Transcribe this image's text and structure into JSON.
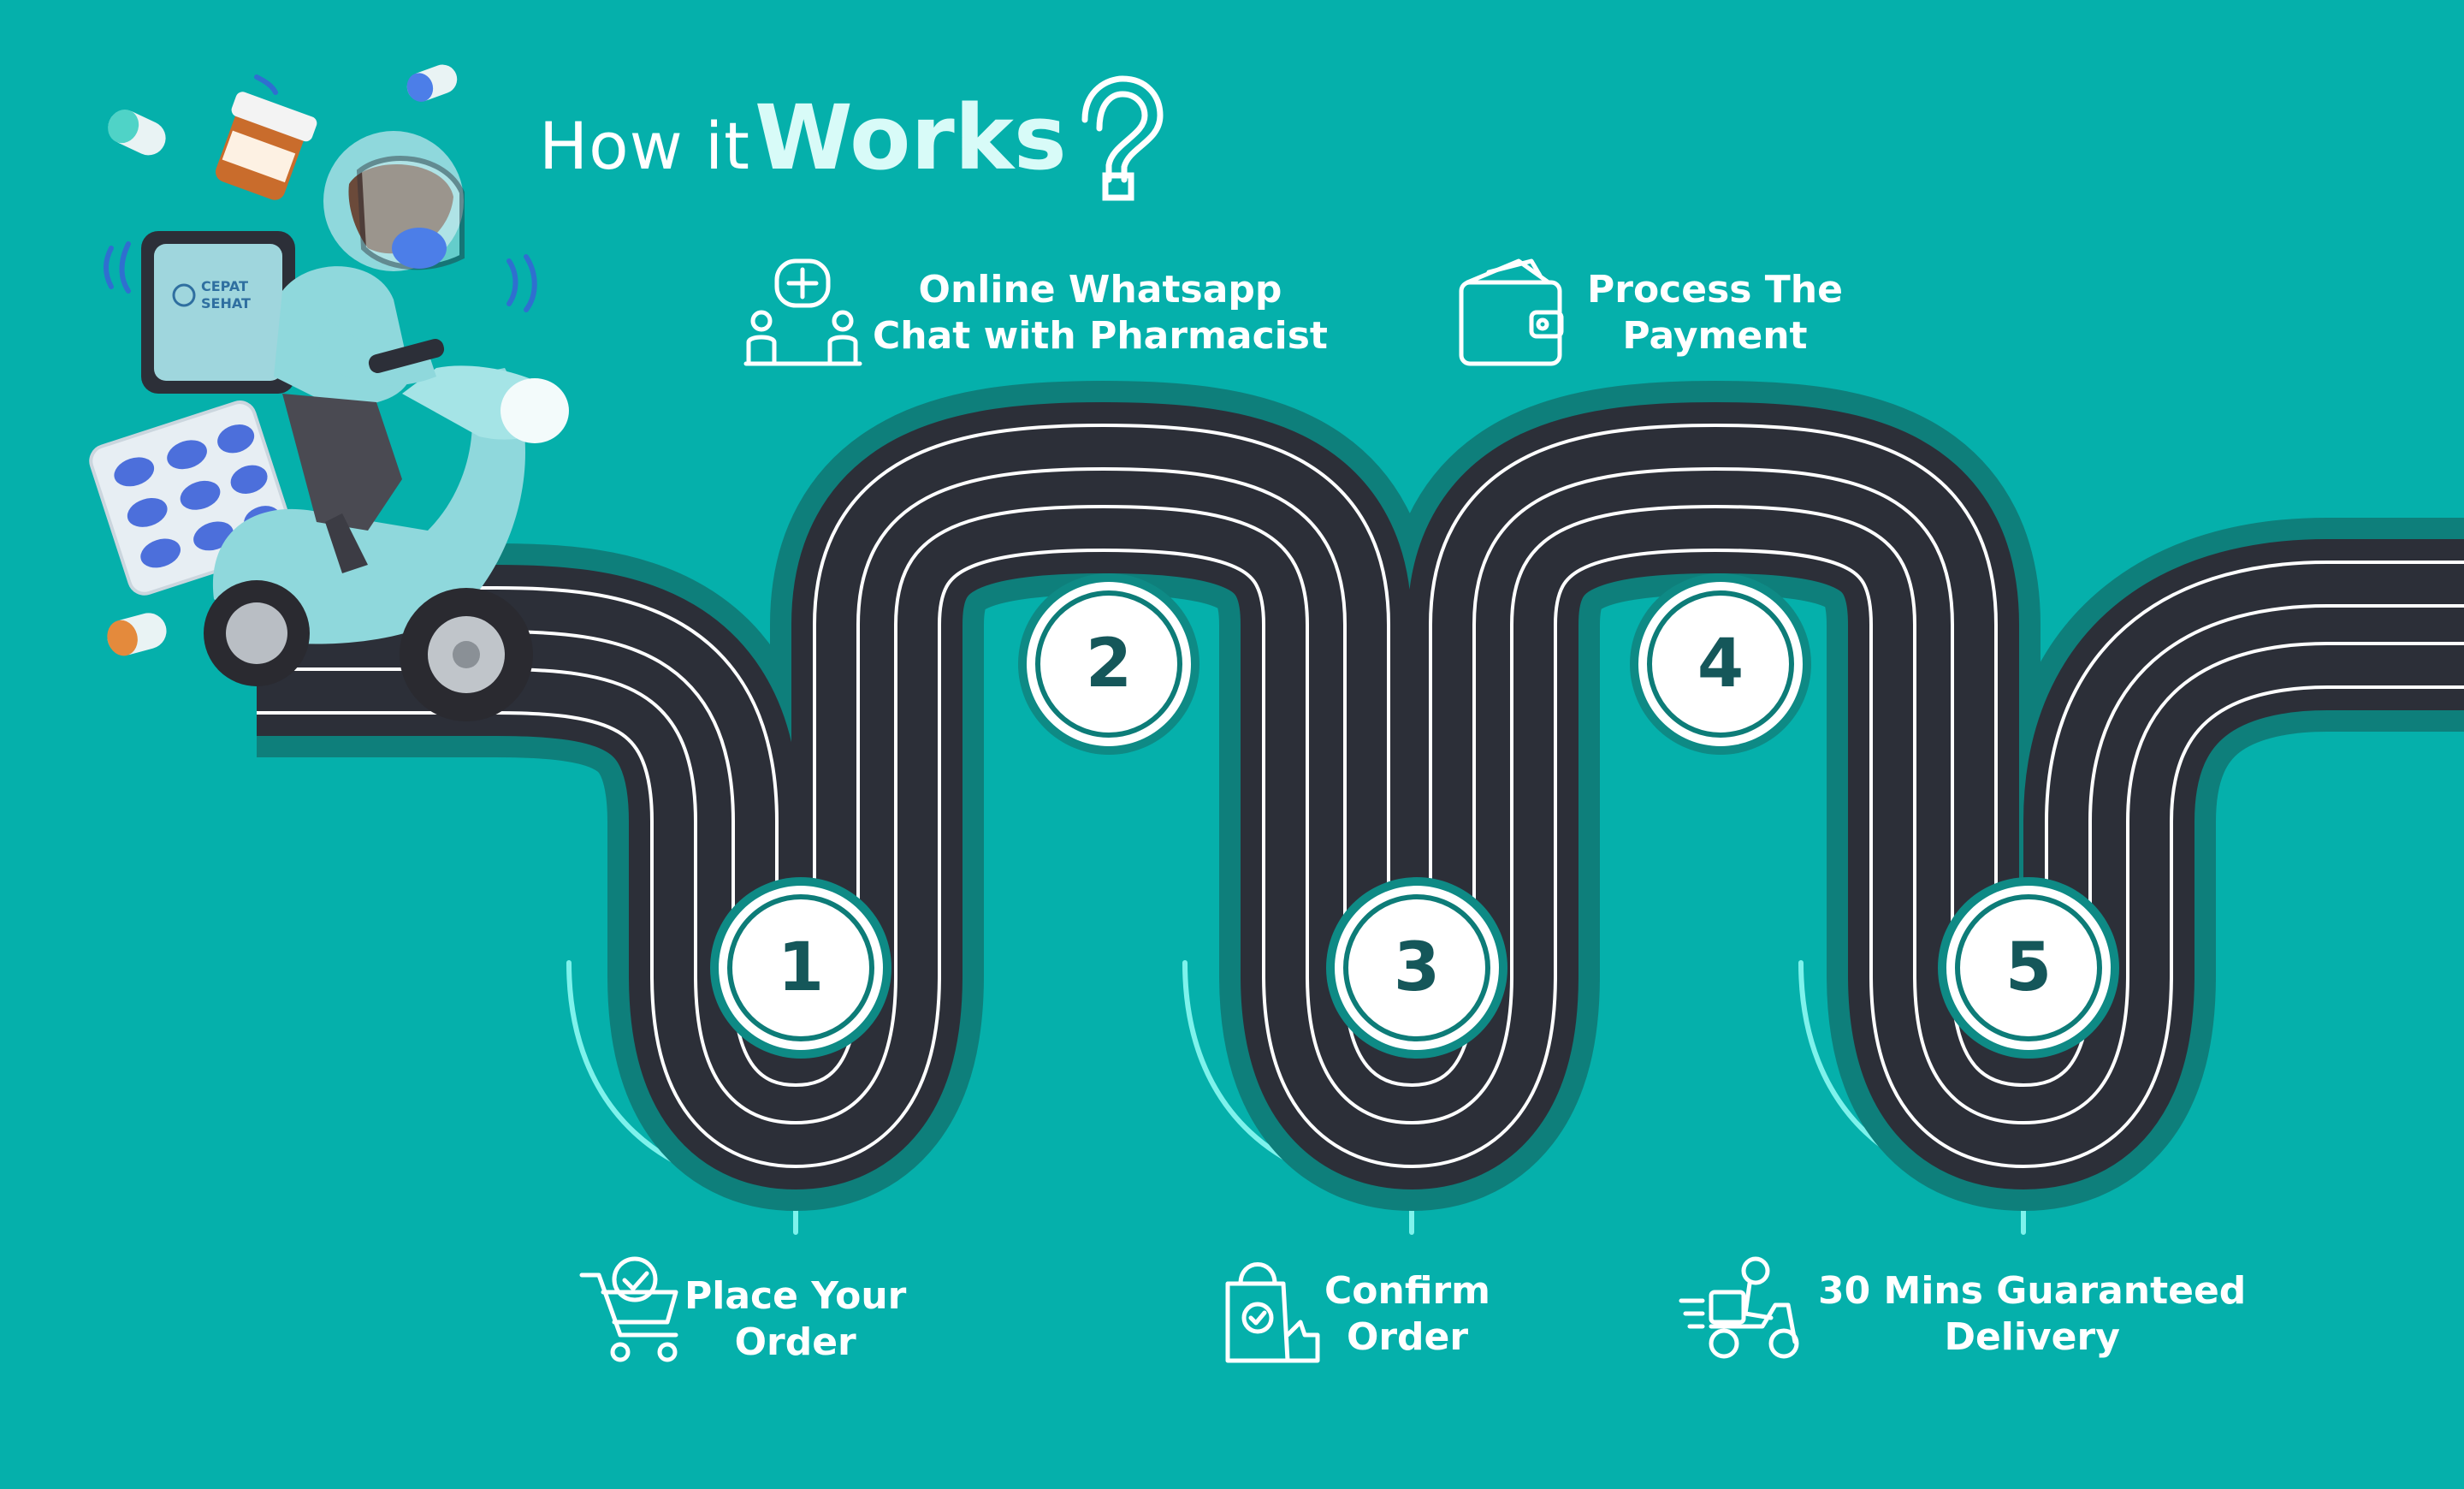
{
  "title": {
    "prefix": "How it",
    "emphasis": "Works",
    "icon": "question-mark-icon"
  },
  "brand": {
    "line1": "CEPAT",
    "line2": "SEHAT"
  },
  "steps": [
    {
      "number": "1",
      "line1": "Place Your",
      "line2": "Order",
      "icon": "shopping-cart-icon"
    },
    {
      "number": "2",
      "line1": "Online Whatsapp",
      "line2": "Chat with Pharmacist",
      "icon": "pharmacist-chat-icon"
    },
    {
      "number": "3",
      "line1": "Confirm",
      "line2": "Order",
      "icon": "shopping-bag-thumbs-up-icon"
    },
    {
      "number": "4",
      "line1": "Process The",
      "line2": "Payment",
      "icon": "wallet-icon"
    },
    {
      "number": "5",
      "line1": "30 Mins Guaranteed",
      "line2": "Delivery",
      "icon": "delivery-scooter-icon"
    }
  ],
  "colors": {
    "background": "#05b0ab",
    "road": "#2c2f38",
    "road_rim": "#0e7f7b",
    "accent": "#7ef2ec",
    "text": "#ffffff",
    "number_text": "#15575a"
  }
}
